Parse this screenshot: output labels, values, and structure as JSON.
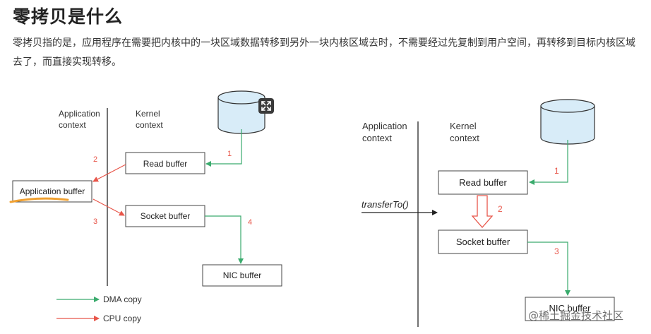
{
  "heading": "零拷贝是什么",
  "paragraph": "零拷贝指的是，应用程序在需要把内核中的一块区域数据转移到另外一块内核区域去时，不需要经过先复制到用户空间，再转移到目标内核区域去了，而直接实现转移。",
  "colors": {
    "dma": "#3aab6d",
    "cpu": "#e8564a",
    "highlight": "#f0a030"
  },
  "left_diagram": {
    "application_label": [
      "Application",
      "context"
    ],
    "kernel_label": [
      "Kernel",
      "context"
    ],
    "read_buffer": "Read buffer",
    "application_buffer": "Application buffer",
    "socket_buffer": "Socket buffer",
    "nic_buffer": "NIC buffer",
    "step1": "1",
    "step2": "2",
    "step3": "3",
    "step4": "4",
    "legend_dma": "DMA copy",
    "legend_cpu": "CPU copy"
  },
  "right_diagram": {
    "application_label": [
      "Application",
      "context"
    ],
    "kernel_label": [
      "Kernel",
      "context"
    ],
    "read_buffer": "Read buffer",
    "socket_buffer": "Socket buffer",
    "nic_buffer": "NIC buffer",
    "transfer_call": "transferTo()",
    "step1": "1",
    "step2": "2",
    "step3": "3"
  },
  "expand_icon": "expand-icon",
  "watermark": "@稀土掘金技术社区"
}
